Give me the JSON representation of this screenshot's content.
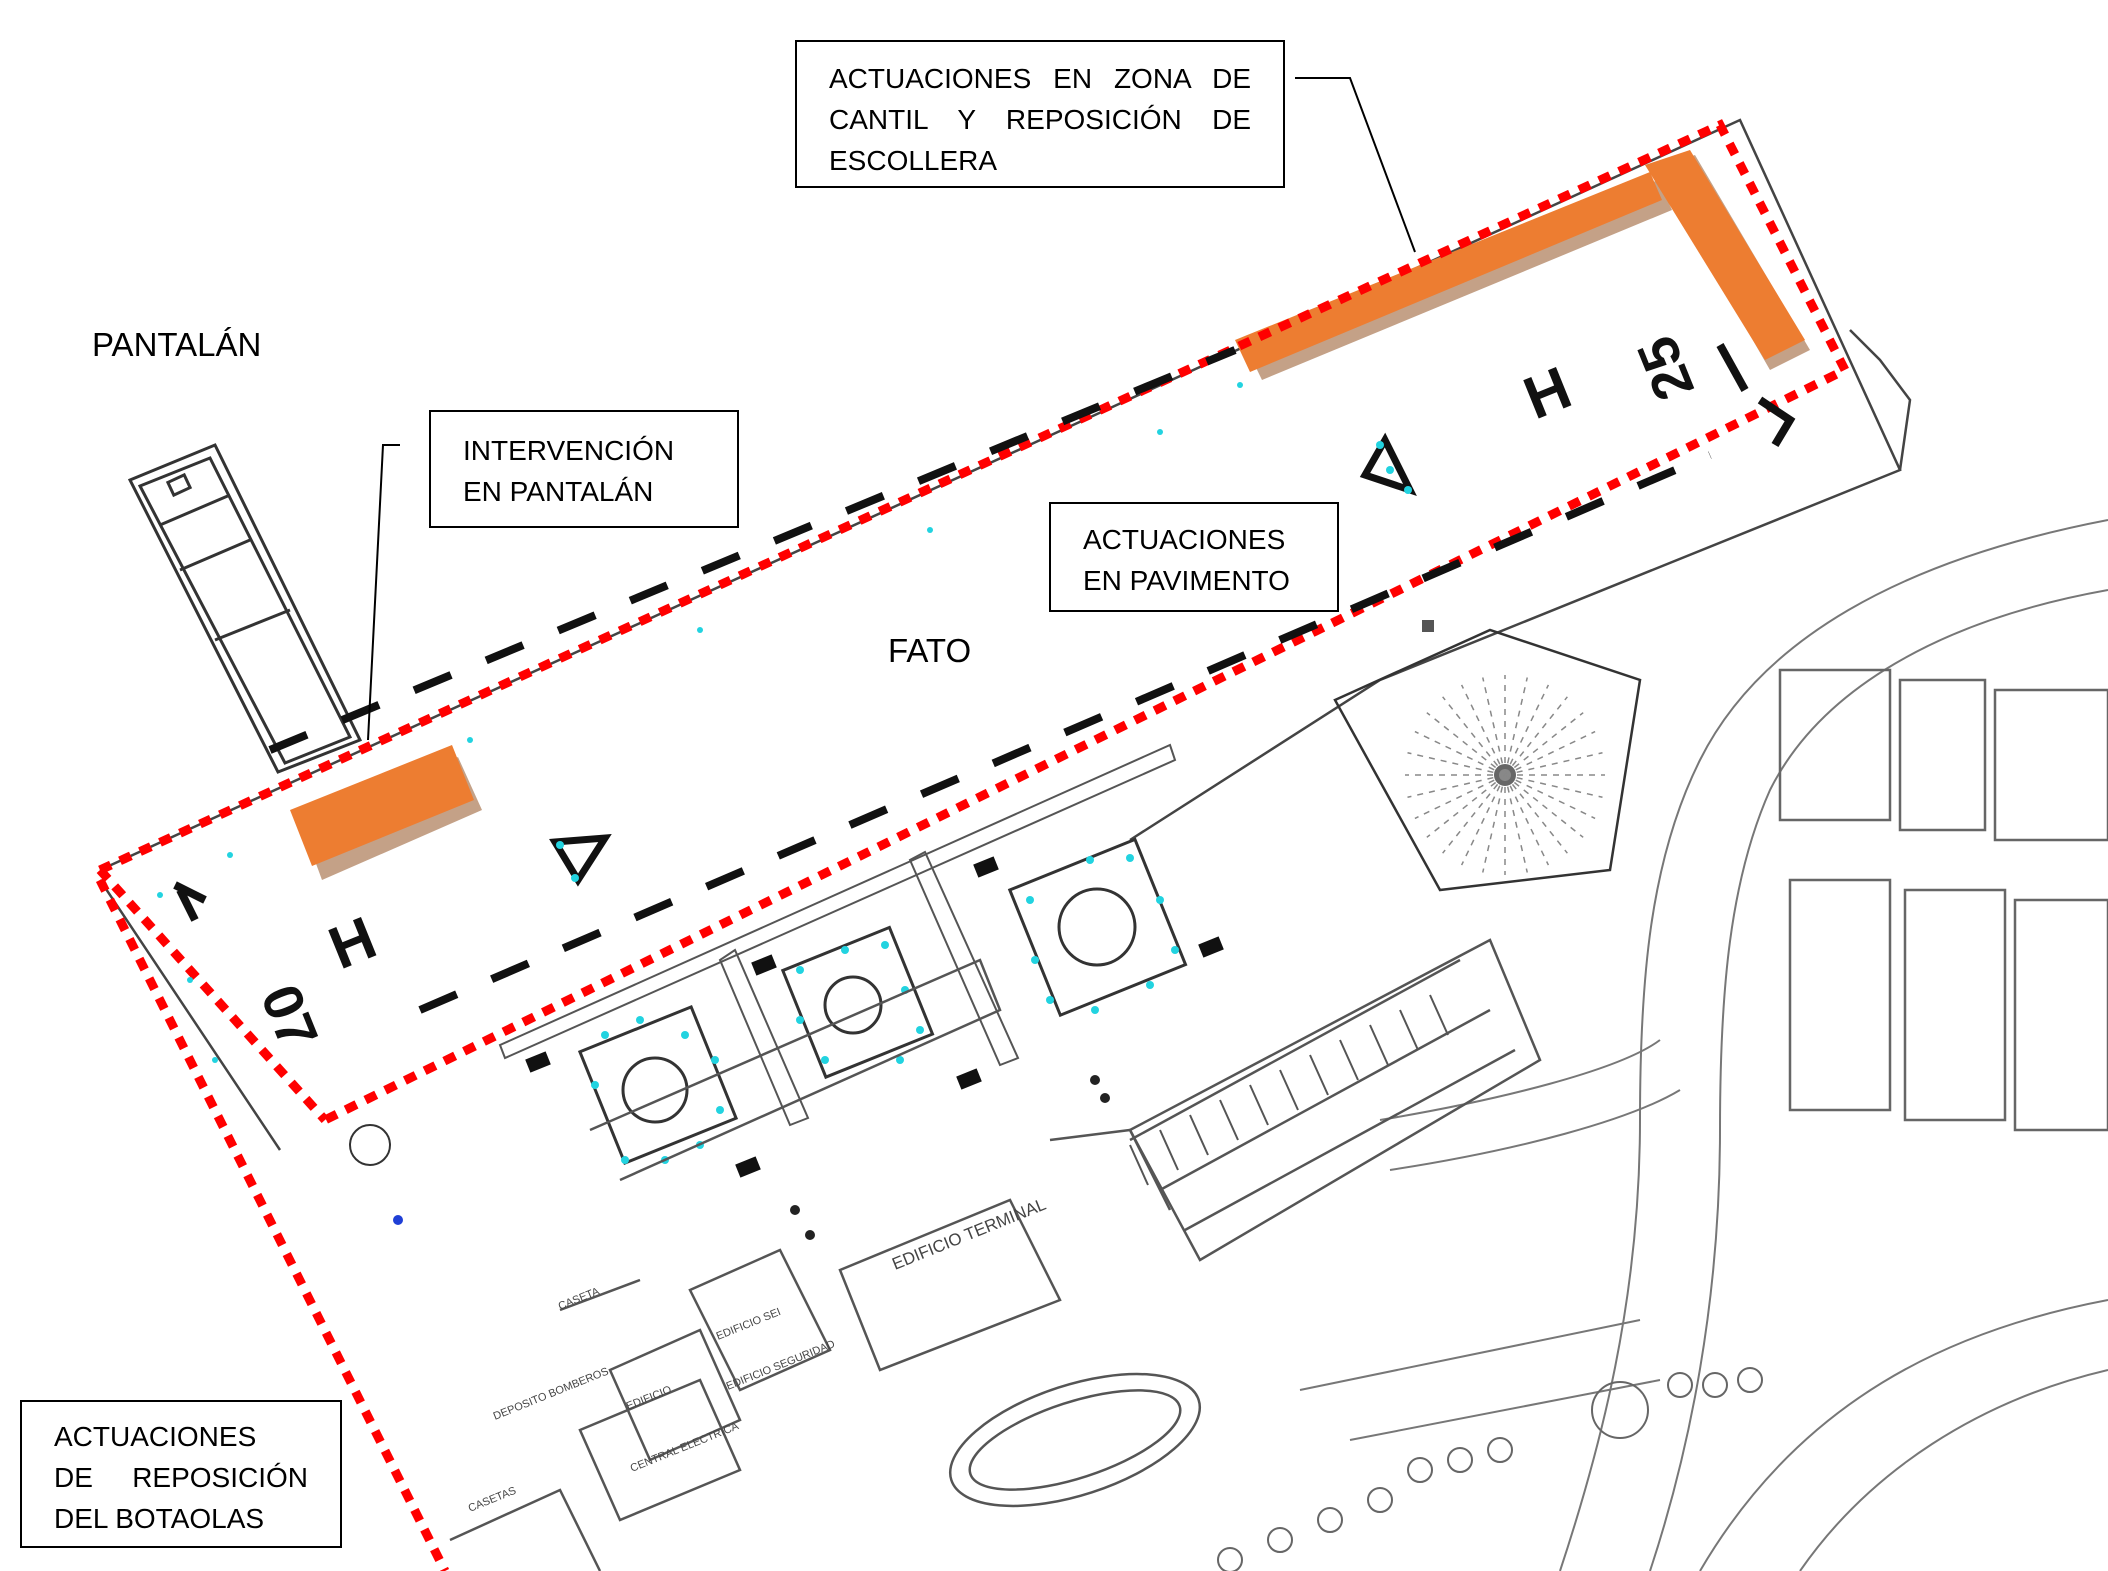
{
  "labels": {
    "pantalan": "PANTALÁN",
    "fato": "FATO",
    "edificio_terminal": "EDIFICIO TERMINAL",
    "caseta": "CASETA",
    "edificio_sei": "EDIFICIO SEI",
    "edificio_seguridad": "EDIFICIO SEGURIDAD",
    "edificio": "EDIFICIO",
    "central_electrica": "CENTRAL ELECTRICA",
    "deposito_bomberos": "DEPOSITO BOMBEROS",
    "casetas": "CASETAS"
  },
  "runway": {
    "designator_a": "07",
    "designator_b": "25",
    "heliport_mark": "H"
  },
  "callouts": {
    "cantil": {
      "line1": "ACTUACIONES EN ZONA DE",
      "line2": "CANTIL Y REPOSICIÓN DE",
      "line3": "ESCOLLERA"
    },
    "pantalan": {
      "line1": "INTERVENCIÓN",
      "line2": "EN PANTALÁN"
    },
    "pavimento": {
      "line1": "ACTUACIONES",
      "line2": "EN PAVIMENTO"
    },
    "botaolas": {
      "line1": "ACTUACIONES",
      "line2": "DE REPOSICIÓN",
      "line3": "DEL BOTAOLAS"
    }
  },
  "colors": {
    "intervention_fill": "#ED7D31",
    "boundary_dashes": "#FF0000",
    "lights": "#22D3E0",
    "plan_lines": "#555555"
  }
}
